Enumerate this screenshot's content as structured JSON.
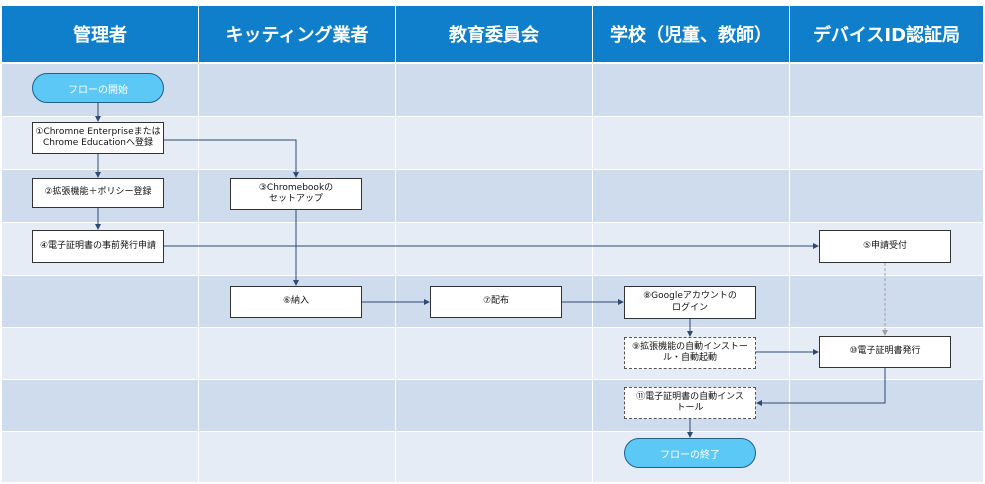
{
  "lanes": [
    {
      "id": "admin",
      "label": "管理者"
    },
    {
      "id": "kitting",
      "label": "キッティング業者"
    },
    {
      "id": "board",
      "label": "教育委員会"
    },
    {
      "id": "school",
      "label": "学校（児童、教師）"
    },
    {
      "id": "ca",
      "label": "デバイスID認証局"
    }
  ],
  "nodes": {
    "start": "フローの開始",
    "n1": "①Chromne Enterpriseまたは\nChrome Educationへ登録",
    "n2": "②拡張機能＋ポリシー登録",
    "n3": "③Chromebookの\nセットアップ",
    "n4": "④電子証明書の事前発行申請",
    "n5": "⑤申請受付",
    "n6": "⑥納入",
    "n7": "⑦配布",
    "n8": "⑧Googleアカウントの\nログイン",
    "n9": "⑨拡張機能の自動インストー\nル・自動起動",
    "n10": "⑩電子証明書発行",
    "n11": "⑪電子証明書の自動インス\nトール",
    "end": "フローの終了"
  },
  "colors": {
    "header": "#0f7fcc",
    "row_dark": "#cfdcee",
    "row_light": "#e6ecf5",
    "pill": "#5bc8f5",
    "arrow": "#2f4a73",
    "dotted_arrow": "#a0a0a0"
  }
}
